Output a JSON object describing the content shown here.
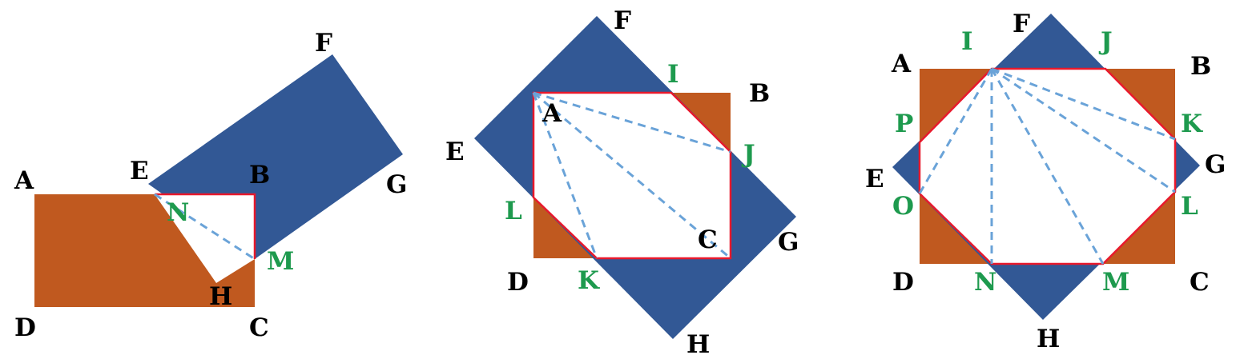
{
  "colors": {
    "orange": "#c0591f",
    "blue": "#325895",
    "red_outline": "#e8192c",
    "dash_line": "#6aa3d8",
    "label_black": "#000000",
    "label_green": "#1e9a4e"
  },
  "figures": [
    {
      "name": "figure-1",
      "labels": {
        "A": "A",
        "B": "B",
        "C": "C",
        "D": "D",
        "E": "E",
        "F": "F",
        "G": "G",
        "H": "H",
        "N": "N",
        "M": "M"
      }
    },
    {
      "name": "figure-2",
      "labels": {
        "A": "A",
        "B": "B",
        "C": "C",
        "D": "D",
        "E": "E",
        "F": "F",
        "G": "G",
        "H": "H",
        "I": "I",
        "J": "J",
        "K": "K",
        "L": "L"
      }
    },
    {
      "name": "figure-3",
      "labels": {
        "A": "A",
        "B": "B",
        "C": "C",
        "D": "D",
        "E": "E",
        "F": "F",
        "G": "G",
        "H": "H",
        "I": "I",
        "J": "J",
        "K": "K",
        "L": "L",
        "M": "M",
        "N": "N",
        "O": "O",
        "P": "P"
      }
    }
  ]
}
